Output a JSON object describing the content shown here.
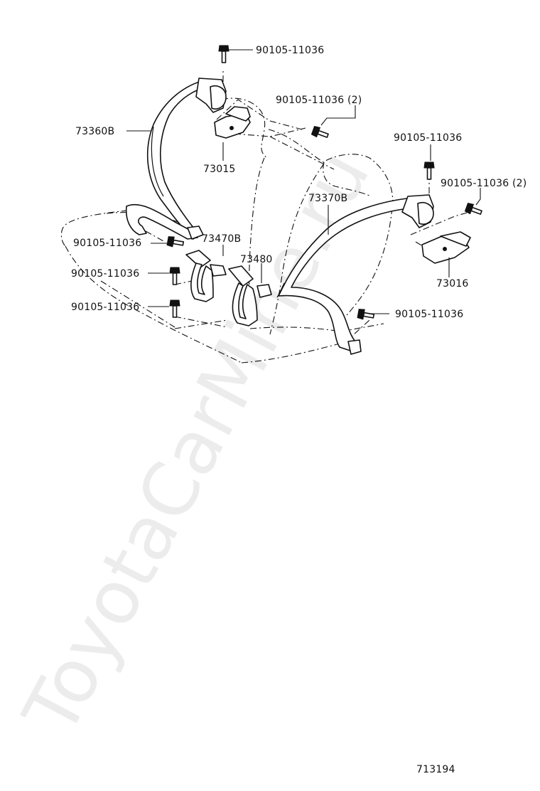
{
  "watermark": "ToyotaCarMine.ru",
  "diagram_id": "713194",
  "callouts": {
    "bolt_top": "90105-11036",
    "bolt_pair_upper": "90105-11036 (2)",
    "belt_left": "73360B",
    "anchor_left": "73015",
    "bolt_right_upper": "90105-11036",
    "bolt_pair_right": "90105-11036 (2)",
    "belt_right": "73370B",
    "bolt_left_mid": "90105-11036",
    "buckle_center": "73470B",
    "buckle_right": "73480",
    "bolt_left_lower1": "90105-11036",
    "bolt_left_lower2": "90105-11036",
    "anchor_right": "73016",
    "bolt_right_lower": "90105-11036"
  }
}
